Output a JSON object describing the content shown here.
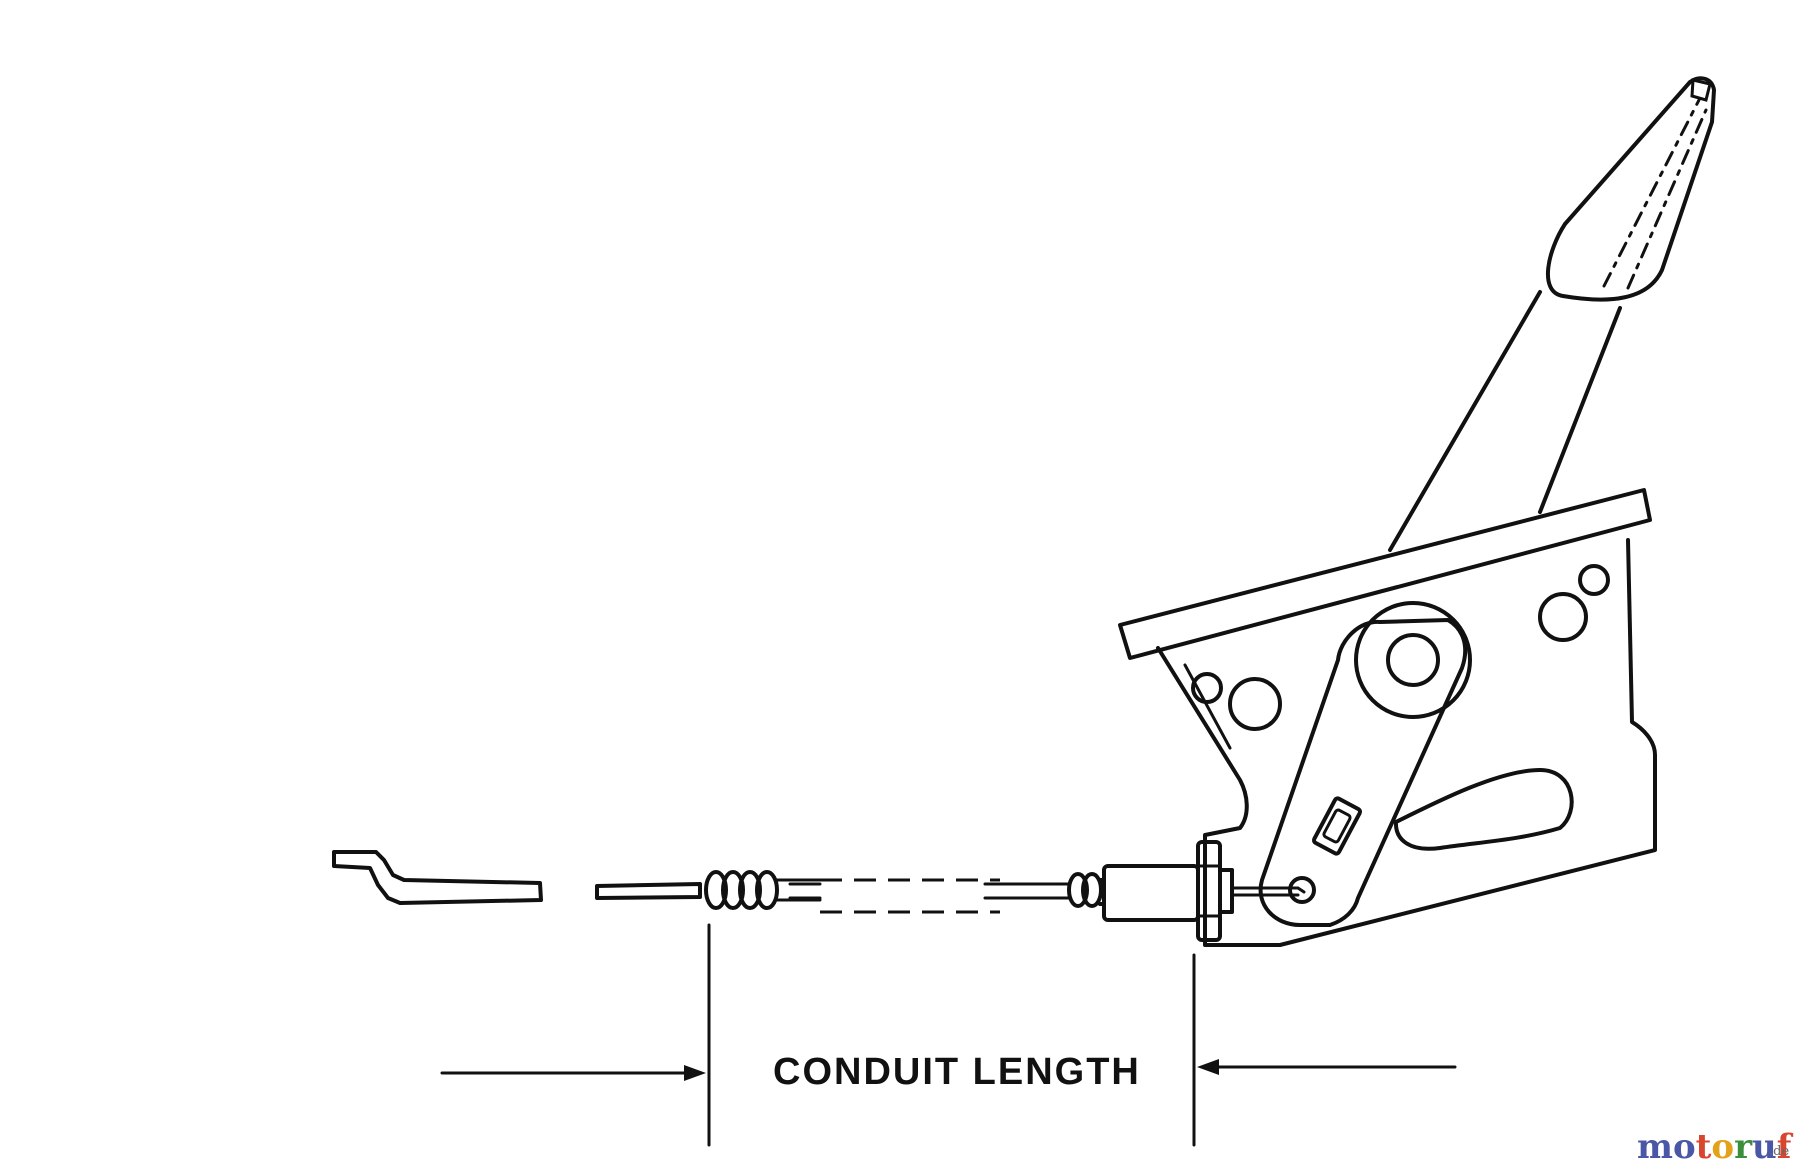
{
  "dimension": {
    "label": "CONDUIT LENGTH"
  },
  "watermark": {
    "letters": [
      {
        "ch": "m",
        "color": "#4a57a6"
      },
      {
        "ch": "o",
        "color": "#4a57a6"
      },
      {
        "ch": "t",
        "color": "#d9462f"
      },
      {
        "ch": "o",
        "color": "#e2a31a"
      },
      {
        "ch": "r",
        "color": "#3b8f3b"
      },
      {
        "ch": "u",
        "color": "#4a57a6"
      },
      {
        "ch": "f",
        "color": "#d9462f"
      }
    ],
    "text": "motoruf",
    "suffix": ".de"
  },
  "colors": {
    "line": "#111111",
    "background": "#ffffff"
  }
}
